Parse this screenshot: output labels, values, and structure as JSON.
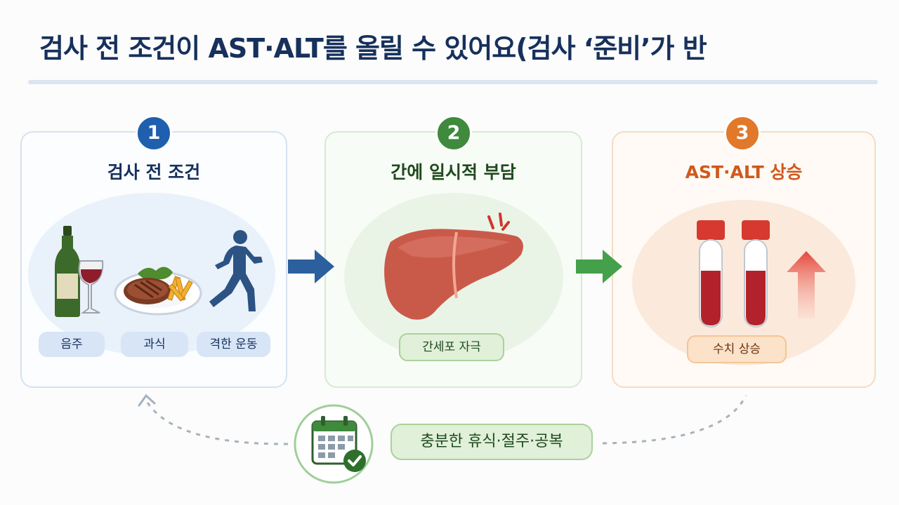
{
  "title": "검사 전 조건이 AST·ALT를 올릴 수 있어요(검사 ‘준비’가 반",
  "steps": [
    {
      "number": "1",
      "heading": "검사 전 조건",
      "color": "#1f5fad",
      "labels": [
        "음주",
        "과식",
        "격한 운동"
      ]
    },
    {
      "number": "2",
      "heading": "간에 일시적 부담",
      "color": "#3f8a3c",
      "labels": [
        "간세포 자극"
      ]
    },
    {
      "number": "3",
      "heading": "AST·ALT 상승",
      "color": "#e2782a",
      "labels": [
        "수치 상승"
      ]
    }
  ],
  "footer": {
    "recommendation": "충분한 휴식·절주·공복",
    "icon": "calendar-check-icon"
  },
  "colors": {
    "title": "#17305c",
    "arrow_blue": "#2c5f9e",
    "arrow_green": "#45a04b",
    "arrow_red": "#e4473c"
  }
}
